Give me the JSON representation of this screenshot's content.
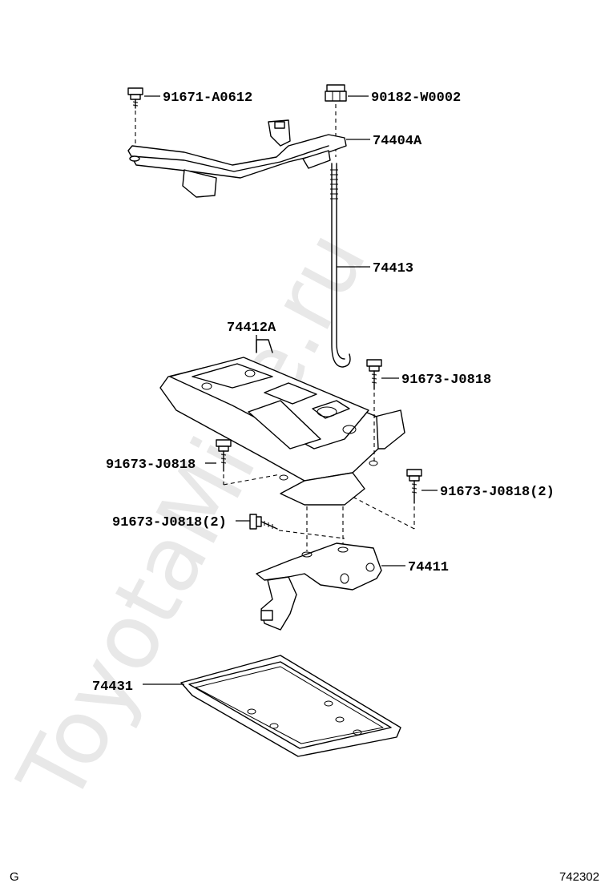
{
  "watermark": "ToyotaMine.ru",
  "callouts": {
    "bolt_top_left": "91671-A0612",
    "nut_top": "90182-W0002",
    "clamp": "74404A",
    "rod": "74413",
    "carrier": "74412A",
    "bolt_right_upper": "91673-J0818",
    "bolt_left": "91673-J0818",
    "bolt_right_lower": "91673-J0818(2)",
    "bolt_front": "91673-J0818(2)",
    "bracket": "74411",
    "tray": "74431"
  },
  "footer": {
    "left_code": "G",
    "figure_number": "742302"
  }
}
